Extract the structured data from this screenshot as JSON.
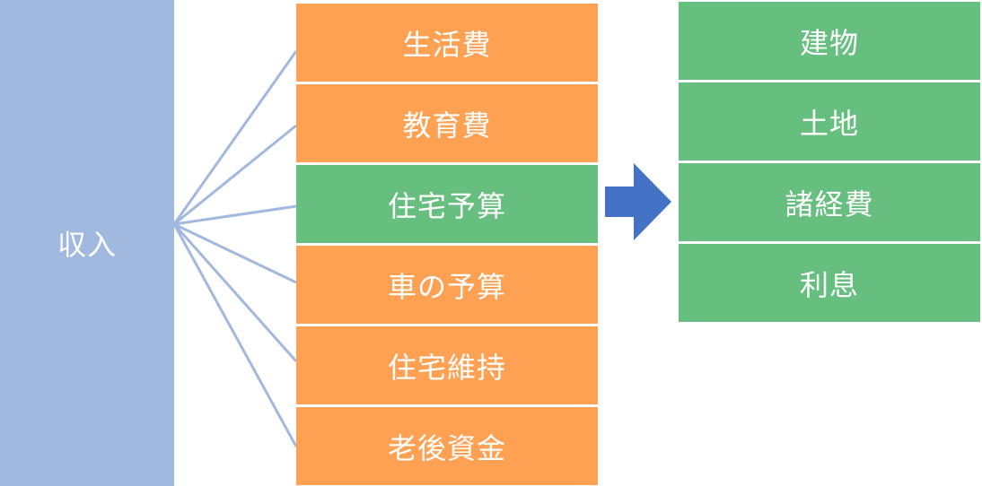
{
  "colors": {
    "income": "#a1b8df",
    "orange": "#fea153",
    "green": "#67bf7f",
    "connector": "#a1b8df",
    "arrow": "#4472c4"
  },
  "income": {
    "label": "収入"
  },
  "expenses": [
    {
      "label": "生活費",
      "highlight": false
    },
    {
      "label": "教育費",
      "highlight": false
    },
    {
      "label": "住宅予算",
      "highlight": true
    },
    {
      "label": "車の予算",
      "highlight": false
    },
    {
      "label": "住宅維持",
      "highlight": false
    },
    {
      "label": "老後資金",
      "highlight": false
    }
  ],
  "housing_breakdown": [
    {
      "label": "建物"
    },
    {
      "label": "土地"
    },
    {
      "label": "諸経費"
    },
    {
      "label": "利息"
    }
  ],
  "arrow_icon": "right-arrow-icon"
}
